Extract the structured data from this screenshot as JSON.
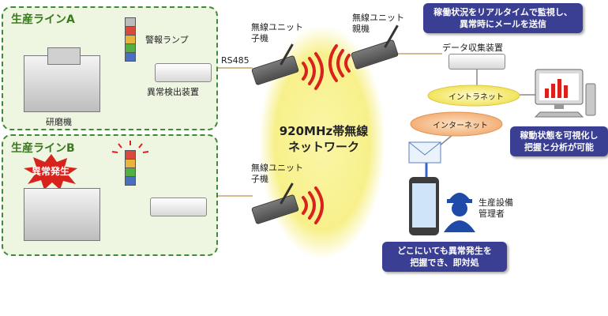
{
  "zones": {
    "line_a": "生産ラインA",
    "line_b": "生産ラインB"
  },
  "labels": {
    "warning_lamp": "警報ランプ",
    "anomaly_device": "異常検出装置",
    "grinder": "研磨機",
    "rs485": "RS485",
    "wireless_child_top": "無線ユニット\n子機",
    "wireless_child_bottom": "無線ユニット\n子機",
    "wireless_parent": "無線ユニット\n親機",
    "data_collector": "データ収集装置",
    "intranet": "イントラネット",
    "internet": "インターネット",
    "network": "920MHz帯無線\nネットワーク",
    "manager": "生産設備\n管理者",
    "anomaly_burst": "異常発生"
  },
  "callouts": {
    "monitor": "稼働状況をリアルタイムで監視し、\n異常時にメールを送信",
    "visualize": "稼動状態を可視化し\n把握と分析が可能",
    "anywhere": "どこにいても異常発生を\n把握でき、即対処"
  },
  "colors": {
    "zone_border": "#3f8a3a",
    "zone_fill": "#eef6e2",
    "callout": "#3b3f93",
    "network_glow": "#f7f08a",
    "signal": "#d8231c",
    "burst": "#d8231c"
  }
}
